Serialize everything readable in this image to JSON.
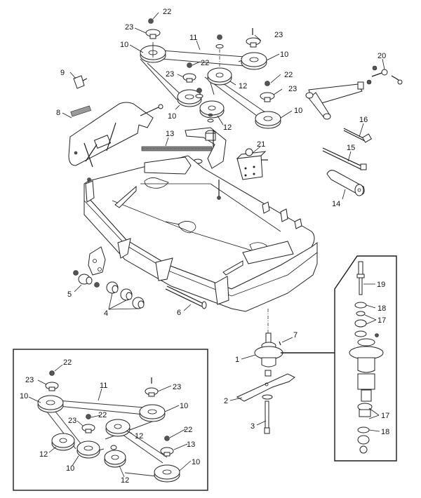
{
  "diagram": {
    "type": "exploded-parts-diagram",
    "subject": "mower deck assembly",
    "inset_belt_routing": {
      "callouts": [
        "22",
        "23",
        "11",
        "10",
        "23",
        "10",
        "22",
        "23",
        "12",
        "22",
        "13",
        "12",
        "10",
        "12",
        "10"
      ]
    },
    "inset_spindle_detail": {
      "callouts": [
        "19",
        "18",
        "17",
        "17",
        "18"
      ]
    },
    "main_callouts": [
      "22",
      "23",
      "11",
      "23",
      "10",
      "10",
      "22",
      "9",
      "23",
      "12",
      "22",
      "23",
      "10",
      "8",
      "10",
      "12",
      "20",
      "16",
      "13",
      "21",
      "15",
      "14",
      "5",
      "4",
      "6",
      "7",
      "19",
      "18",
      "17",
      "1",
      "2",
      "3",
      "17",
      "18"
    ],
    "labels": {
      "c1": "1",
      "c2": "2",
      "c3": "3",
      "c4": "4",
      "c5": "5",
      "c6": "6",
      "c7": "7",
      "c8": "8",
      "c9": "9",
      "c10": "10",
      "c11": "11",
      "c12": "12",
      "c13": "13",
      "c14": "14",
      "c15": "15",
      "c16": "16",
      "c17": "17",
      "c18": "18",
      "c19": "19",
      "c20": "20",
      "c21": "21",
      "c22": "22",
      "c23": "23"
    }
  }
}
